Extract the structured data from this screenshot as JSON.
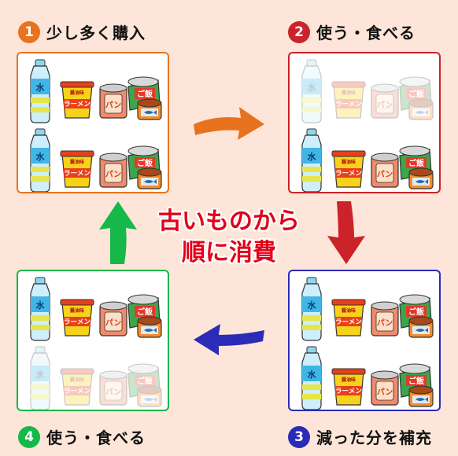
{
  "steps": [
    {
      "num": "1",
      "label": "少し多く購入",
      "color": "#e8731e"
    },
    {
      "num": "2",
      "label": "使う・食べる",
      "color": "#cc2229"
    },
    {
      "num": "3",
      "label": "減った分を補充",
      "color": "#2b2bb8"
    },
    {
      "num": "4",
      "label": "使う・食べる",
      "color": "#16b84a"
    }
  ],
  "center": {
    "line1": "古いものから",
    "line2": "順に消費"
  },
  "items": {
    "water_label": "水",
    "noodle_label": "ラーメン",
    "noodle_top": "醤油味",
    "can_label": "パン",
    "rice_label": "ご飯"
  },
  "colors": {
    "orange": "#e8731e",
    "red": "#cc2229",
    "blue": "#2b2bb8",
    "green": "#16b84a",
    "background": "#fde6d9"
  }
}
